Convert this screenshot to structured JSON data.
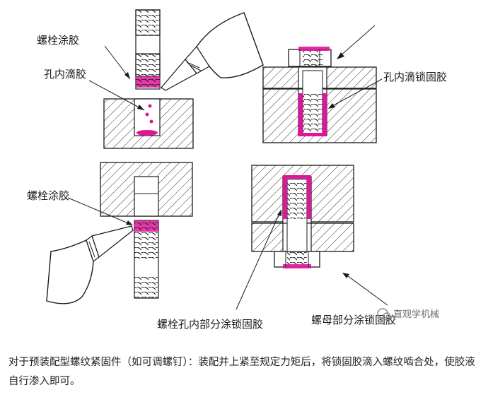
{
  "labels": {
    "bolt_coating_top": "螺栓涂胶",
    "hole_drip": "孔内滴胶",
    "hole_drip_lock": "孔内滴锁固胶",
    "bolt_coating_bottom": "螺栓涂胶",
    "bolt_hole_lock": "螺栓孔内部分涂锁固胶",
    "nut_lock": "螺母部分涂锁固胶"
  },
  "watermark": "直观学机械",
  "caption": "对于预装配型螺纹紧固件（如可调螺钉）：装配并上紧至规定力矩后，将锁固胶滴入螺纹啮合处，使胶液自行渗入即可。",
  "colors": {
    "adhesive": "#e0169a",
    "line": "#1a1a1a",
    "hatch": "#333333"
  }
}
